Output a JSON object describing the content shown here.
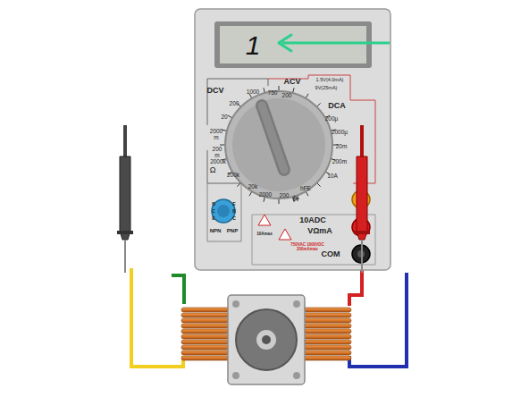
{
  "diagram": {
    "labels": [
      "1",
      "DCV",
      "1000",
      "200",
      "20",
      "2000 m",
      "200 m",
      "ACV",
      "750",
      "200",
      "1.5V(4.0mA)",
      "9V(25mA)",
      "DCA",
      "200µ",
      "2000µ",
      "20m",
      "200m",
      "10A",
      "hFE",
      "2000k",
      "Ω",
      "200k",
      "20k",
      "2000",
      "200",
      "NPN",
      "PNP",
      "10ADC",
      "VΩmA",
      "COM",
      "10Amax",
      "750VAC 1000VDC 200mAmax",
      "B",
      "C",
      "E",
      "E",
      "B",
      "C"
    ]
  }
}
